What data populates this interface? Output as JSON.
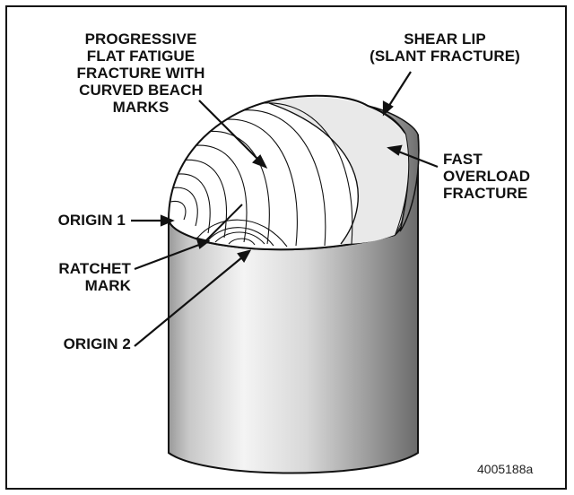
{
  "labels": {
    "progressive": [
      "PROGRESSIVE",
      "FLAT FATIGUE",
      "FRACTURE WITH",
      "CURVED BEACH",
      "MARKS"
    ],
    "shear_lip": [
      "SHEAR LIP",
      "(SLANT FRACTURE)"
    ],
    "fast_overload": [
      "FAST",
      "OVERLOAD",
      "FRACTURE"
    ],
    "origin1": "ORIGIN 1",
    "ratchet": [
      "RATCHET",
      "MARK"
    ],
    "origin2": "ORIGIN 2"
  },
  "figure_code": "4005188a",
  "colors": {
    "border": "#111111",
    "metal_light": "#f2f2f2",
    "metal_dark": "#6f6f6f",
    "fracture_face": "#ffffff",
    "shear_lip": "#8a8a8a"
  }
}
